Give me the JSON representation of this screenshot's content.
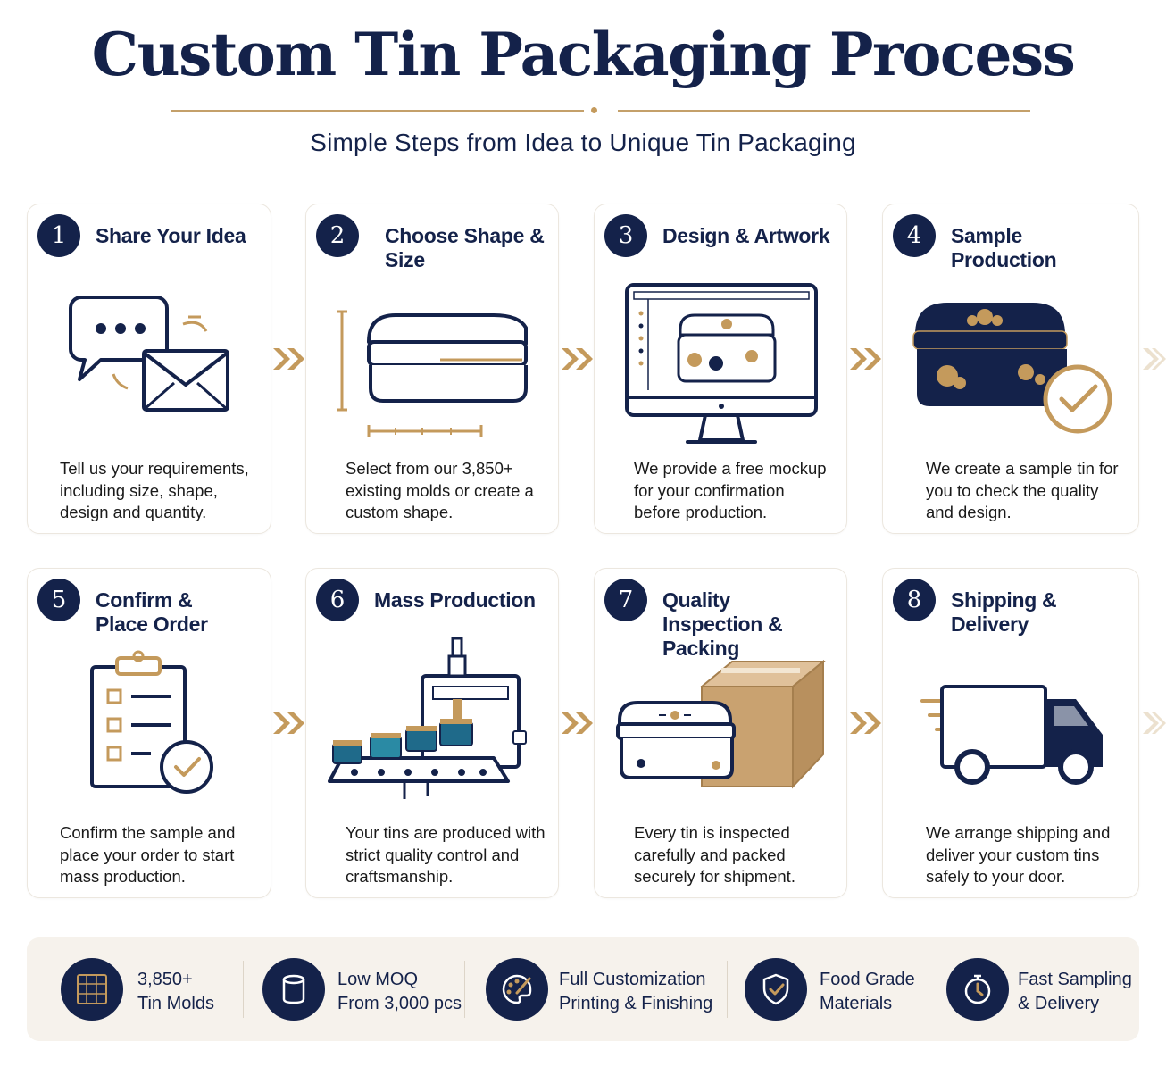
{
  "title": "Custom Tin Packaging Process",
  "subtitle": "Simple Steps from Idea to Unique Tin Packaging",
  "colors": {
    "navy": "#14224a",
    "gold": "#c49a5c",
    "box": "#c9a270",
    "bar": "#f6f2ec"
  },
  "steps": [
    {
      "num": "1",
      "title": "Share Your Idea",
      "desc": "Tell us your requirements, including size, shape, design and quantity.",
      "icon": "chat-envelope-icon"
    },
    {
      "num": "2",
      "title": "Choose Shape & Size",
      "desc": "Select from our 3,850+ existing molds or create a custom shape.",
      "icon": "tin-dimensions-icon"
    },
    {
      "num": "3",
      "title": "Design & Artwork",
      "desc": "We provide a free mockup for your confirmation before production.",
      "icon": "monitor-design-icon"
    },
    {
      "num": "4",
      "title": "Sample Production",
      "desc": "We create a sample tin for you to check the quality and design.",
      "icon": "sample-tin-check-icon"
    },
    {
      "num": "5",
      "title": "Confirm & Place Order",
      "desc": "Confirm the sample and place your order to start mass production.",
      "icon": "clipboard-check-icon"
    },
    {
      "num": "6",
      "title": "Mass Production",
      "desc": "Your tins are produced with strict quality control and craftsmanship.",
      "icon": "conveyor-machine-icon"
    },
    {
      "num": "7",
      "title": "Quality Inspection & Packing",
      "desc": "Every tin is inspected carefully and packed securely for shipment.",
      "icon": "tin-and-carton-icon"
    },
    {
      "num": "8",
      "title": "Shipping & Delivery",
      "desc": "We arrange shipping and deliver your custom tins safely to your door.",
      "icon": "delivery-truck-icon"
    }
  ],
  "features": [
    {
      "line1": "3,850+",
      "line2": "Tin Molds",
      "icon": "mold-grid-icon"
    },
    {
      "line1": "Low MOQ",
      "line2": "From 3,000 pcs",
      "icon": "tin-can-icon"
    },
    {
      "line1": "Full Customization",
      "line2": "Printing & Finishing",
      "icon": "palette-brush-icon"
    },
    {
      "line1": "Food Grade",
      "line2": "Materials",
      "icon": "shield-check-icon"
    },
    {
      "line1": "Fast Sampling",
      "line2": "& Delivery",
      "icon": "stopwatch-icon"
    }
  ]
}
